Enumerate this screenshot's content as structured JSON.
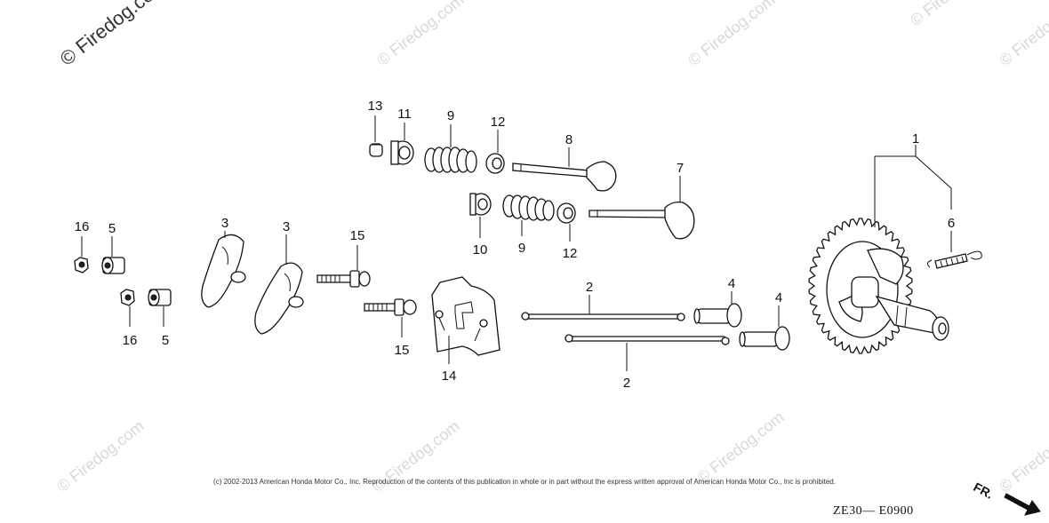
{
  "watermark": {
    "main": "© Firedog.com",
    "faint": [
      "© Firedog.com",
      "© Firedog.com",
      "© Firedog.com",
      "© Firedog.com",
      "© Firedog.com",
      "© Firedog.com",
      "© Firedog.com",
      "© Firedog.com"
    ]
  },
  "callouts": [
    "1",
    "2",
    "2",
    "3",
    "3",
    "4",
    "4",
    "5",
    "5",
    "6",
    "7",
    "8",
    "9",
    "9",
    "10",
    "11",
    "12",
    "12",
    "13",
    "14",
    "15",
    "15",
    "16",
    "16"
  ],
  "copyright": "(c) 2002-2013 American Honda Motor Co., Inc. Reproduction of the contents of this publication in whole or in part without the express written approval of American Honda Motor Co., Inc is prohibited.",
  "diagram_code": "ZE30— E0900",
  "direction_label": "FR."
}
